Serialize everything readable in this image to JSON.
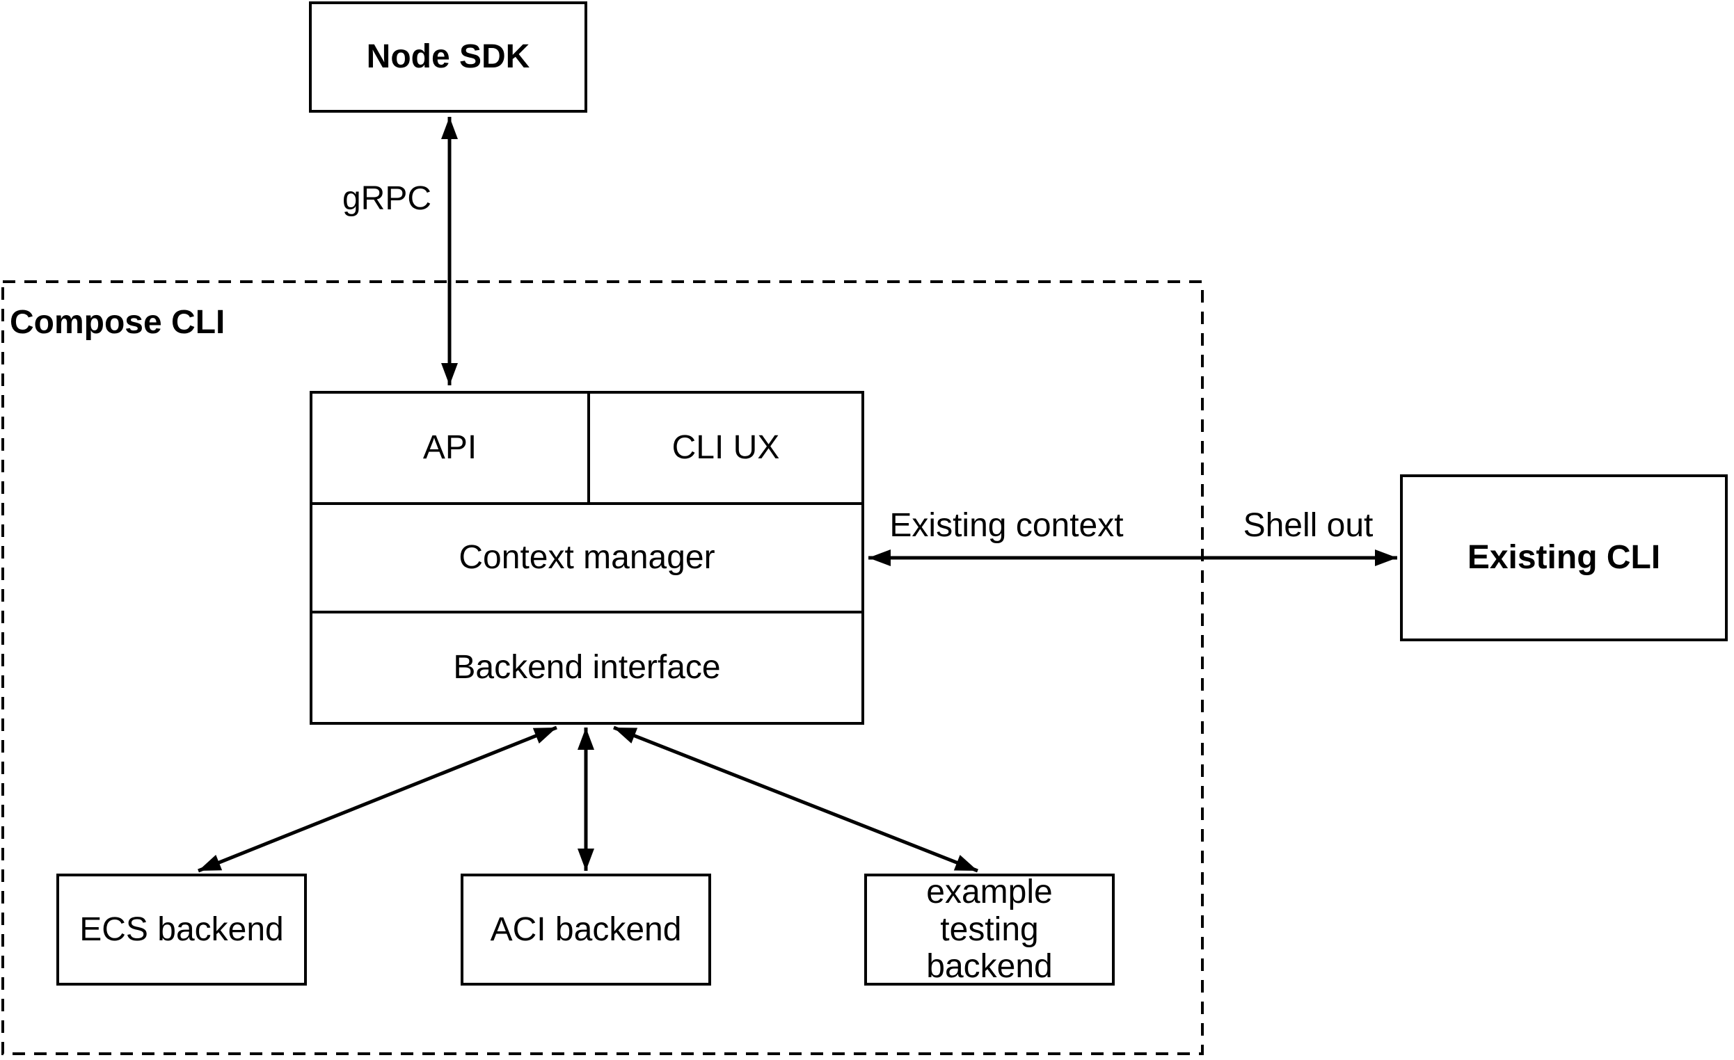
{
  "container": {
    "label": "Compose CLI"
  },
  "nodes": {
    "node_sdk": {
      "label": "Node SDK"
    },
    "api": {
      "label": "API"
    },
    "cli_ux": {
      "label": "CLI UX"
    },
    "context_manager": {
      "label": "Context manager"
    },
    "backend_interface": {
      "label": "Backend interface"
    },
    "existing_cli": {
      "label": "Existing CLI"
    },
    "ecs_backend": {
      "label": "ECS backend"
    },
    "aci_backend": {
      "label": "ACI backend"
    },
    "example_testing_backend": {
      "label": "example testing backend"
    }
  },
  "edges": {
    "grpc": {
      "label": "gRPC",
      "from": "Node SDK",
      "to": "API",
      "style": "bidirectional"
    },
    "context_to_existing_cli": {
      "label_inside": "Existing context",
      "label_outside": "Shell out",
      "from": "Context manager",
      "to": "Existing CLI",
      "style": "bidirectional"
    },
    "backend_to_ecs": {
      "from": "Backend interface",
      "to": "ECS backend",
      "style": "bidirectional"
    },
    "backend_to_aci": {
      "from": "Backend interface",
      "to": "ACI backend",
      "style": "bidirectional"
    },
    "backend_to_example": {
      "from": "Backend interface",
      "to": "example testing backend",
      "style": "bidirectional"
    }
  },
  "colors": {
    "stroke": "#000000",
    "fill": "#ffffff",
    "background": "#ffffff",
    "text": "#000000"
  }
}
